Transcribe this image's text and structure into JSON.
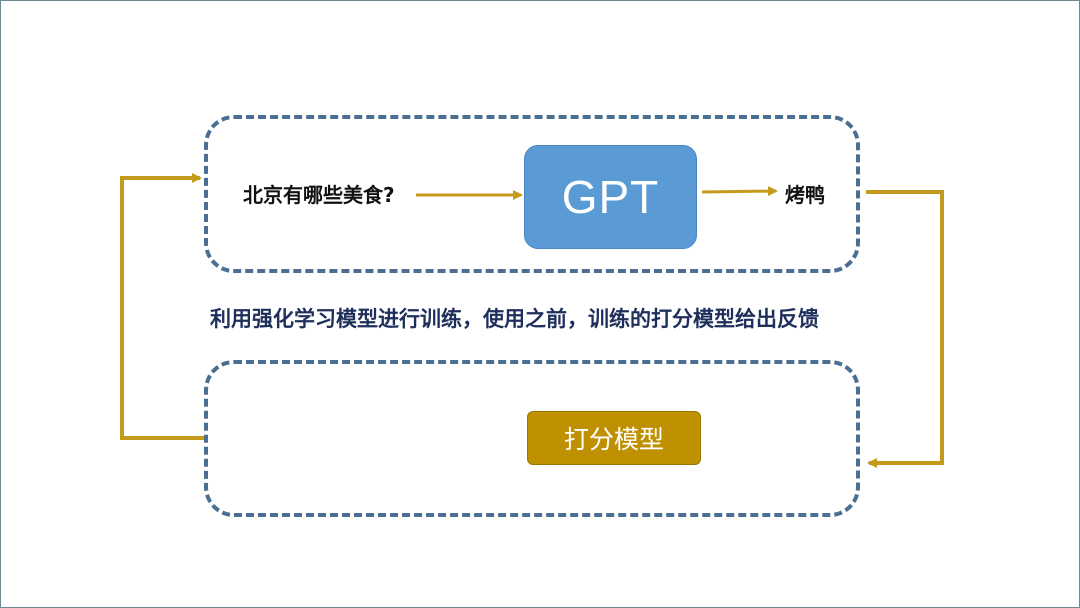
{
  "diagram": {
    "title": "RLHF training loop",
    "question_label": "北京有哪些美食?",
    "model_label": "GPT",
    "answer_label": "烤鸭",
    "caption": "利用强化学习模型进行训练，使用之前，训练的打分模型给出反馈",
    "reward_model_label": "打分模型",
    "colors": {
      "dashed_border": "#4b6f93",
      "gpt_box": "#5b9bd5",
      "reward_box": "#bf9000",
      "connector": "#c49a1c",
      "caption_text": "#1f2f5c"
    },
    "flow": [
      {
        "from": "question",
        "to": "GPT"
      },
      {
        "from": "GPT",
        "to": "answer"
      },
      {
        "from": "answer",
        "to": "reward_model"
      },
      {
        "from": "reward_model",
        "to": "question"
      }
    ]
  }
}
